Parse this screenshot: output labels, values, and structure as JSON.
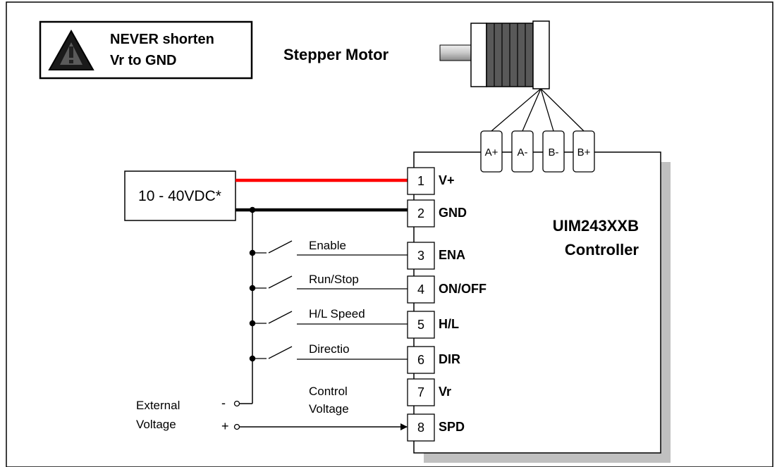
{
  "warning": {
    "line1": "NEVER shorten",
    "line2": "Vr to GND"
  },
  "motor": {
    "title": "Stepper  Motor"
  },
  "motor_connectors": [
    "A+",
    "A-",
    "B-",
    "B+"
  ],
  "power_supply": {
    "label": "10 - 40VDC*"
  },
  "controller": {
    "line1": "UIM243XXB",
    "line2": "Controller"
  },
  "pins": [
    {
      "num": "1",
      "name": "V+"
    },
    {
      "num": "2",
      "name": "GND"
    },
    {
      "num": "3",
      "name": "ENA"
    },
    {
      "num": "4",
      "name": "ON/OFF"
    },
    {
      "num": "5",
      "name": "H/L"
    },
    {
      "num": "6",
      "name": "DIR"
    },
    {
      "num": "7",
      "name": "Vr"
    },
    {
      "num": "8",
      "name": "SPD"
    }
  ],
  "switches": [
    "Enable",
    "Run/Stop",
    "H/L Speed",
    "Directio"
  ],
  "external_voltage": {
    "line1": "External",
    "line2": "Voltage",
    "minus": "-",
    "plus": "+"
  },
  "control_voltage": {
    "line1": "Control",
    "line2": "Voltage"
  },
  "colors": {
    "vplus_wire": "#ff0000",
    "gnd_wire": "#000000",
    "shadow": "#c0c0c0",
    "motor_coil": "#595959",
    "motor_shaft": "#d0d0d0"
  }
}
